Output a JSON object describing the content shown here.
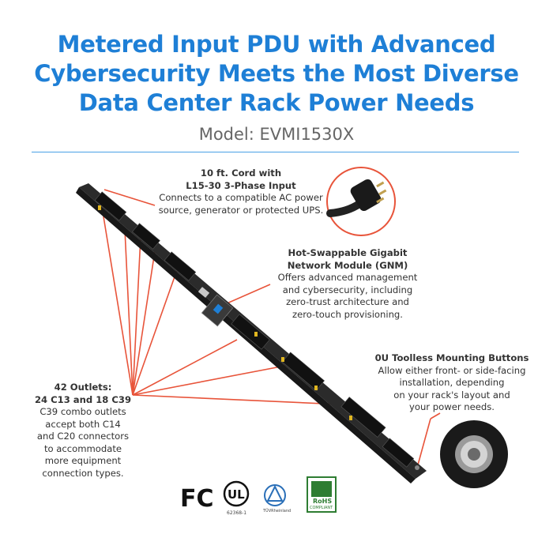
{
  "title": {
    "line1": "Metered Input PDU with Advanced",
    "line2": "Cybersecurity Meets the Most Diverse",
    "line3": "Data Center Rack Power Needs"
  },
  "model": "Model: EVMI1530X",
  "callouts": {
    "cord": {
      "heading1": "10 ft. Cord with",
      "heading2": "L15-30 3-Phase Input",
      "body1": "Connects to a compatible AC power",
      "body2": "source, generator or protected UPS."
    },
    "gnm": {
      "heading1": "Hot-Swappable Gigabit",
      "heading2": "Network Module (GNM)",
      "body1": "Offers advanced management",
      "body2": "and cybersecurity, including",
      "body3": "zero-trust architecture and",
      "body4": "zero-touch provisioning."
    },
    "mounting": {
      "heading": "0U Toolless Mounting Buttons",
      "body1": "Allow either front- or side-facing",
      "body2": "installation, depending",
      "body3": "on your rack's layout and",
      "body4": "your power needs."
    },
    "outlets": {
      "heading1": "42 Outlets:",
      "heading2": "24 C13 and 18 C39",
      "body1": "C39 combo outlets",
      "body2": "accept both C14",
      "body3": "and C20 connectors",
      "body4": "to accommodate",
      "body5": "more equipment",
      "body6": "connection types."
    }
  },
  "logos": {
    "fc": "FC",
    "ul_number": "62368-1",
    "tuv": "TÜVRheinland",
    "rohs": "RoHS",
    "rohs_sub": "COMPLIANT"
  },
  "colors": {
    "title_blue": "#1e7fd6",
    "callout_line": "#e8543a",
    "pdu_body": "#2b2b2b"
  }
}
